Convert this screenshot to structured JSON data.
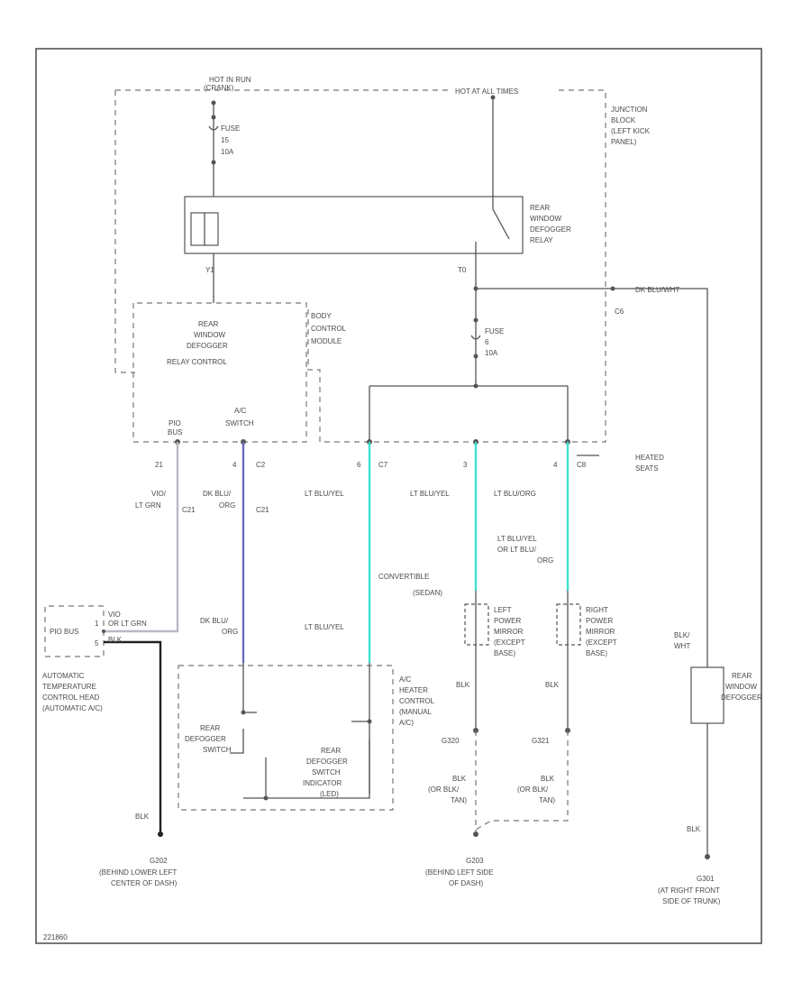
{
  "colors": {
    "wire_default": "#555555",
    "wire_cyan": "#3fe0d0",
    "wire_blue": "#6b6bc0",
    "wire_gray": "#b9b9c2",
    "wire_black": "#222222"
  },
  "labels": {
    "hot_run": "HOT IN RUN",
    "hot_run_sub": "(CRANK)",
    "hot_all": "HOT AT ALL TIMES",
    "fuse_left_1": "FUSE",
    "fuse_left_2": "15",
    "fuse_left_3": "10A",
    "junction_1": "JUNCTION",
    "junction_2": "BLOCK",
    "junction_3": "(LEFT KICK",
    "junction_4": "PANEL)",
    "relay_1": "REAR",
    "relay_2": "WINDOW",
    "relay_3": "DEFOGGER",
    "relay_4": "RELAY",
    "pin_y1": "Y1",
    "pin_t0": "T0",
    "c_lbl": "C6",
    "wire_dkblu_top": "DK BLU/WHT",
    "relay_ctrl_1": "REAR",
    "relay_ctrl_2": "WINDOW",
    "relay_ctrl_3": "DEFOGGER",
    "relay_ctrl_4": "RELAY CONTROL",
    "bcm_1": "BODY",
    "bcm_2": "CONTROL",
    "bcm_3": "MODULE",
    "fuse_right_1": "FUSE",
    "fuse_right_2": "6",
    "fuse_right_3": "10A",
    "pin_pio": "PIO",
    "pin_pio_sub": "BUS",
    "pin_ac": "A/C",
    "pin_ac_sub": "SWITCH",
    "pin_21": "21",
    "pin_4": "4",
    "conn_c2": "C2",
    "pin_6": "6",
    "conn_c7": "C7",
    "pin_3": "3",
    "pin_4b": "4",
    "conn_c8": "C8",
    "heated_1": "HEATED",
    "heated_2": "SEATS",
    "w_violet": "VIO/",
    "w_ltgrn": "LT GRN",
    "w_c21": "C21",
    "w_dkblu": "DK BLU/",
    "w_org": "ORG",
    "w_c21b": "C21",
    "w_ltblu_1": "LT BLU/YEL",
    "w_ltblu_2": "LT BLU/YEL",
    "w_ltblu_3": "LT BLU/ORG",
    "w_right_1": "LT BLU/YEL",
    "w_right_2": "OR LT BLU/",
    "w_right_3": "ORG",
    "conv": "CONVERTIBLE",
    "sedan": "(SEDAN)",
    "lmirror_1": "LEFT",
    "lmirror_2": "POWER",
    "lmirror_3": "MIRROR",
    "lmirror_4": "(EXCEPT",
    "lmirror_5": "BASE)",
    "rmirror_1": "RIGHT",
    "rmirror_2": "POWER",
    "rmirror_3": "MIRROR",
    "rmirror_4": "(EXCEPT",
    "rmirror_5": "BASE)",
    "pio_bus": "PIO BUS",
    "pio_bus_num": "1",
    "gnd_num": "5",
    "vio_ltgrn": "VIO",
    "vio_ltgrn_2": "OR LT GRN",
    "blk_wht": "BLK",
    "dkblu_org": "DK BLU/",
    "dkblu_org_2": "ORG",
    "ltblu_yel_mid": "LT BLU/YEL",
    "atc_1": "AUTOMATIC",
    "atc_2": "TEMPERATURE",
    "atc_3": "CONTROL HEAD",
    "atc_4": "(AUTOMATIC A/C)",
    "ac_1": "A/C",
    "ac_2": "HEATER",
    "ac_3": "CONTROL",
    "ac_4": "(MANUAL",
    "ac_5": "A/C)",
    "rear_def_sw_1": "REAR",
    "rear_def_sw_2": "DEFOGGER",
    "rear_def_sw_3": "SWITCH",
    "ind_1": "REAR",
    "ind_2": "DEFOGGER",
    "ind_3": "SWITCH",
    "ind_4": "INDICATOR",
    "ind_5": "(LED)",
    "blk_1": "BLK",
    "blk_2": "BLK",
    "g320": "G320",
    "g321": "G321",
    "blk_or_1": "BLK",
    "blk_or_2": "(OR BLK/",
    "blk_or_3": "TAN)",
    "blk_or_4": "BLK",
    "blk_or_5": "(OR BLK/",
    "blk_or_6": "TAN)",
    "blk_wht_r": "BLK/",
    "blk_wht_r2": "WHT",
    "rear_def_1": "REAR",
    "rear_def_2": "WINDOW",
    "rear_def_3": "DEFOGGER",
    "blk_bottom_l": "BLK",
    "blk_bottom_r": "BLK",
    "g202": "G202",
    "g202_1": "(BEHIND LOWER LEFT",
    "g202_2": "CENTER OF DASH)",
    "g203": "G203",
    "g203_1": "(BEHIND LEFT SIDE",
    "g203_2": "OF DASH)",
    "g301": "G301",
    "g301_1": "(AT RIGHT FRONT",
    "g301_2": "SIDE OF TRUNK)",
    "fig_id": "221860"
  }
}
